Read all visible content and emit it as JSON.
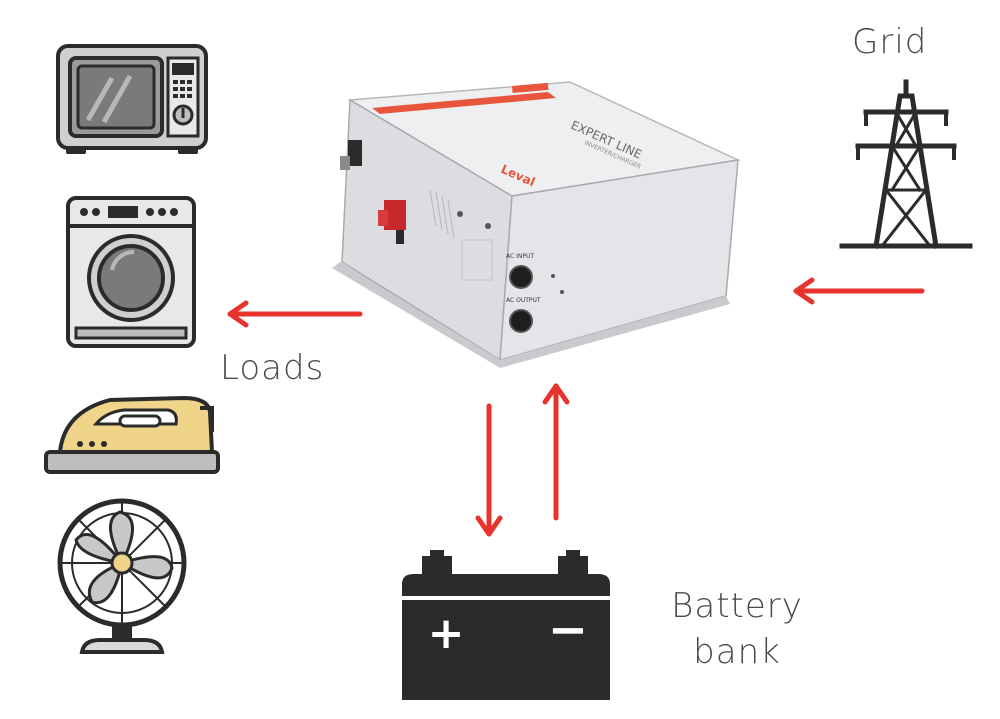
{
  "labels": {
    "grid": "Grid",
    "loads": "Loads",
    "battery_line1": "Battery",
    "battery_line2": "bank"
  },
  "inverter": {
    "model_line": "EXPERT LINE",
    "sub_line": "INVERTER/CHARGER",
    "brand": "Leval",
    "ac_input": "AC INPUT",
    "ac_output": "AC OUTPUT"
  },
  "battery": {
    "plus": "+",
    "minus": "−"
  },
  "colors": {
    "arrow": "#e8322e",
    "icon_dark": "#2b2b2b",
    "inverter_body": "#e6e7e9",
    "inverter_accent": "#e8553c",
    "iron_body": "#f0d48a",
    "appliance_fill": "#d9d9d9"
  }
}
